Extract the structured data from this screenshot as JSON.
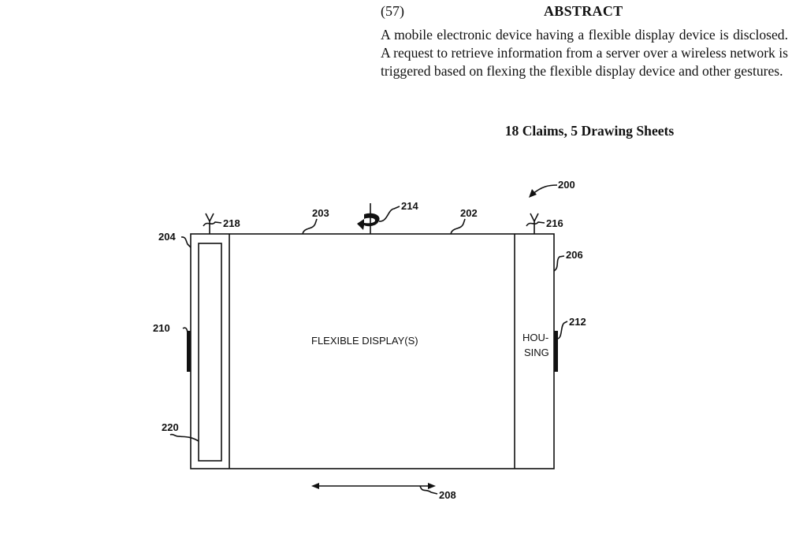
{
  "header": {
    "section_number": "(57)",
    "section_title": "ABSTRACT"
  },
  "abstract_text": "A mobile electronic device having a flexible display device is disclosed. A request to retrieve information from a server over a wireless network is triggered based on flexing the flexible display device and other gestures.",
  "claims_summary": "18 Claims, 5 Drawing Sheets",
  "figure": {
    "main_label": "FLEXIBLE DISPLAY(S)",
    "housing_label_line1": "HOU-",
    "housing_label_line2": "SING",
    "refs": {
      "r200": "200",
      "r202": "202",
      "r203": "203",
      "r204": "204",
      "r206": "206",
      "r208": "208",
      "r210": "210",
      "r212": "212",
      "r214": "214",
      "r216": "216",
      "r218": "218",
      "r220": "220"
    }
  }
}
